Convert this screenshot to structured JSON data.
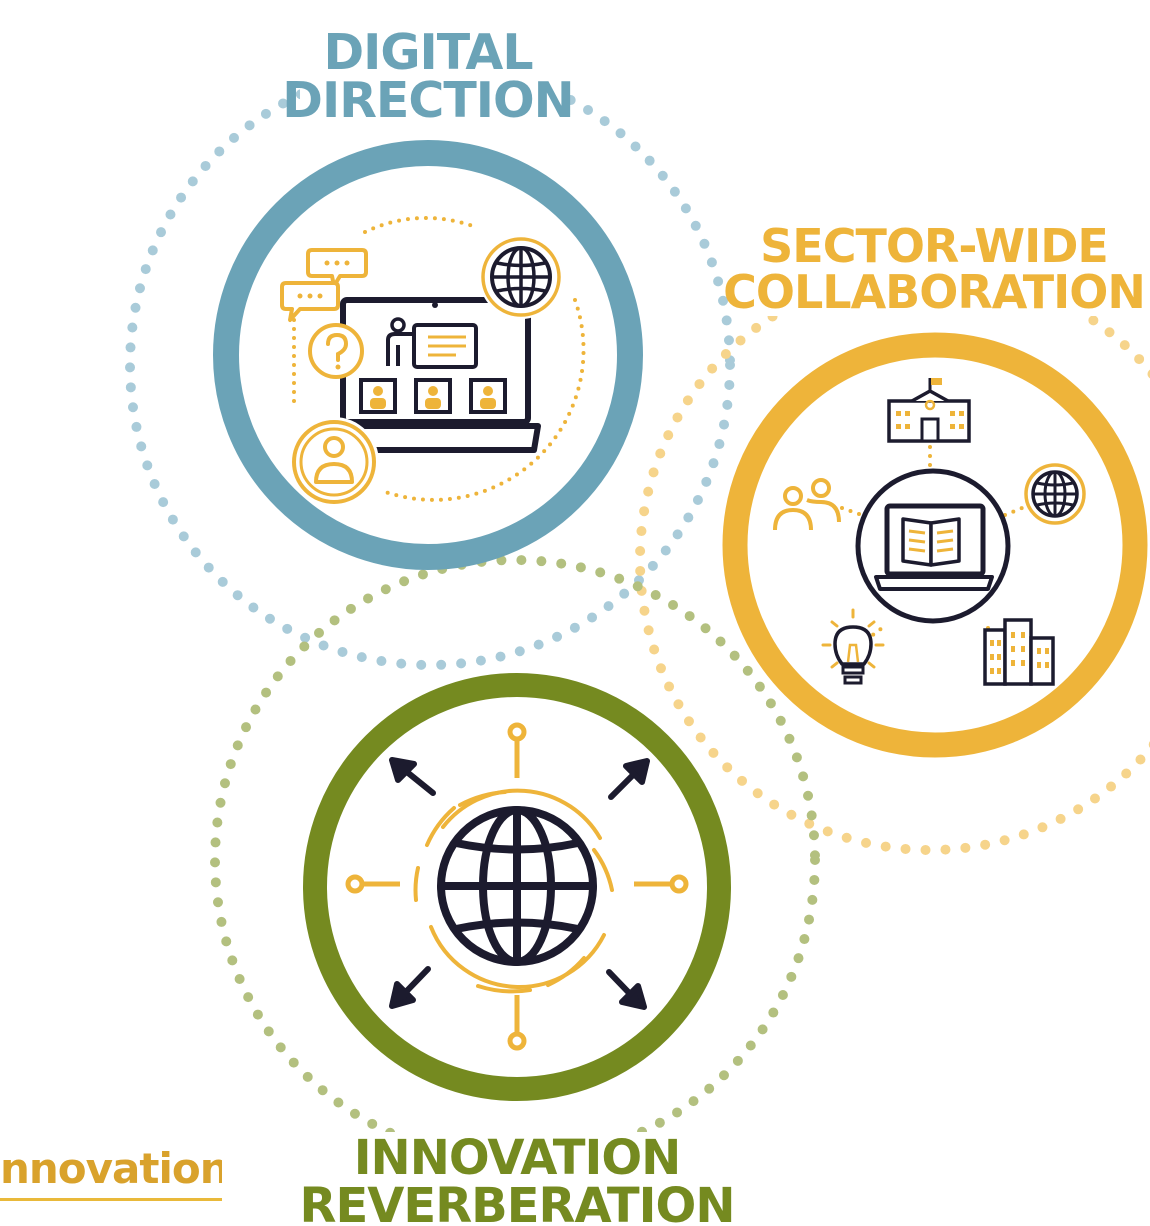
{
  "colors": {
    "blue": "#6ba3b7",
    "blue_dots": "#a9cbd9",
    "gold": "#eeb43a",
    "gold_dots": "#f6d48b",
    "green": "#758a20",
    "green_dots": "#b3c07f",
    "navy": "#1c1b2e",
    "link": "#d9a22c"
  },
  "edge_link": {
    "text": "nnovation"
  },
  "sections": {
    "digital": {
      "title_line1": "DIGITAL",
      "title_line2": "DIRECTION",
      "icons": [
        "chat-bubble-icon",
        "question-icon",
        "globe-icon",
        "person-icon",
        "laptop-presentation-icon"
      ]
    },
    "sector": {
      "title_line1": "SECTOR-WIDE",
      "title_line2": "COLLABORATION",
      "icons": [
        "school-building-icon",
        "people-icon",
        "globe-icon",
        "lightbulb-icon",
        "office-buildings-icon",
        "laptop-book-icon"
      ]
    },
    "innovation": {
      "title_line1": "INNOVATION",
      "title_line2": "REVERBERATION",
      "icons": [
        "globe-icon",
        "arrow-icon",
        "node-icon"
      ]
    }
  }
}
